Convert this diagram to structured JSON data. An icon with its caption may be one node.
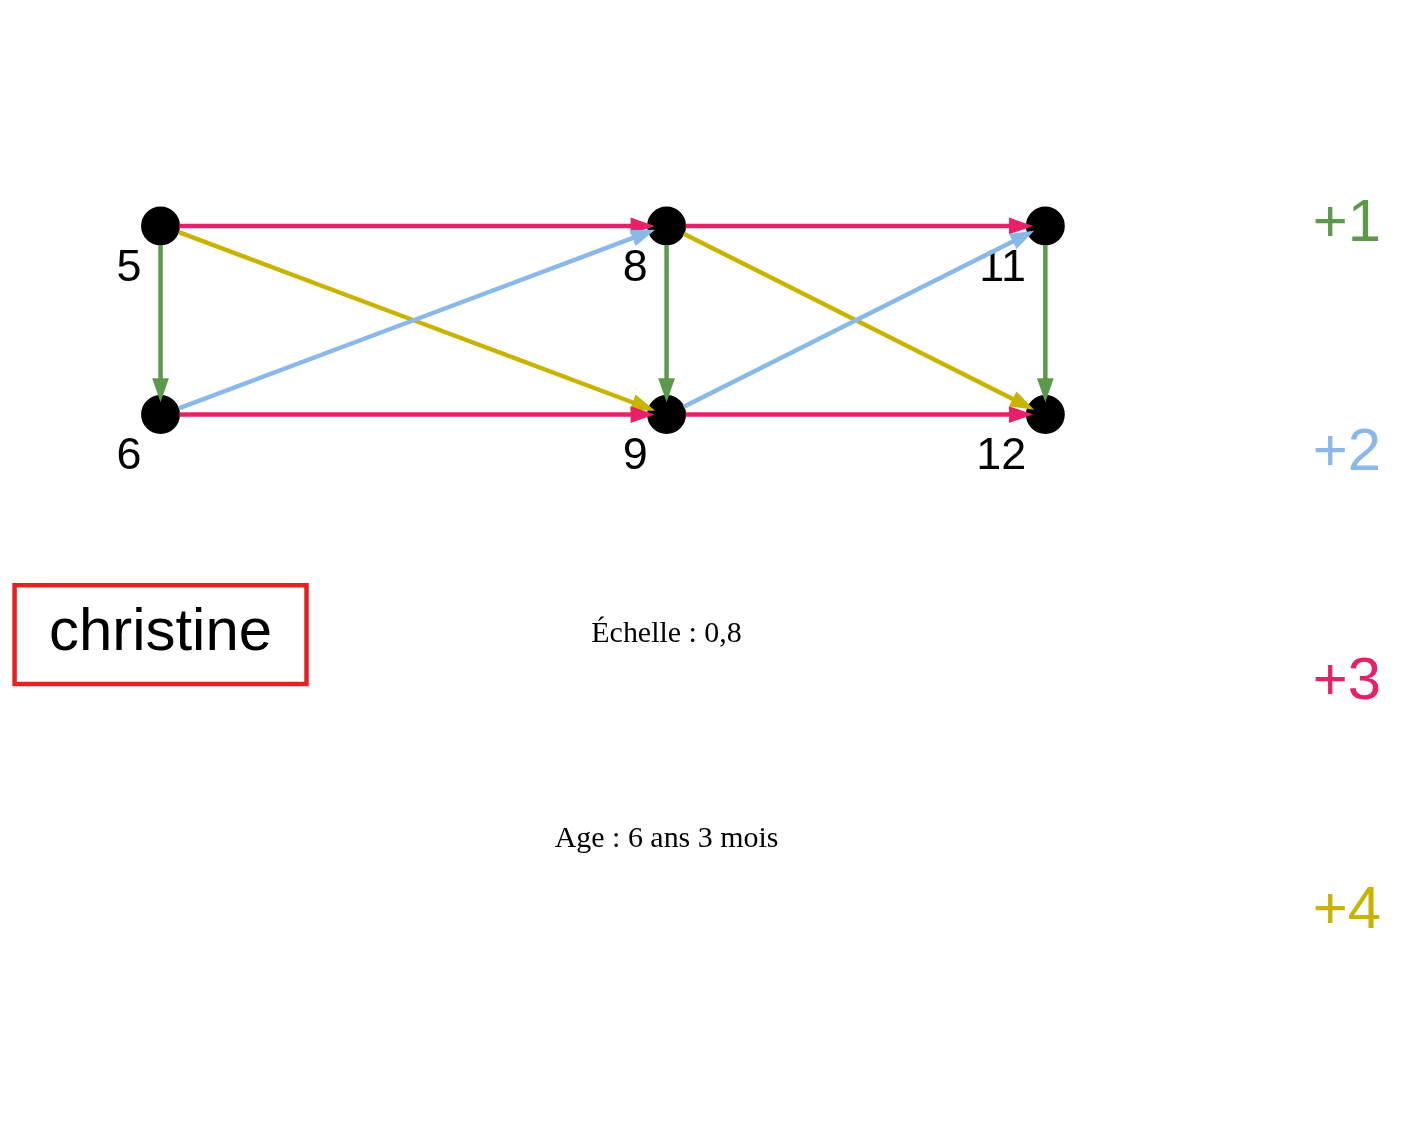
{
  "diagram": {
    "nodes": [
      {
        "text": [
          "christine"
        ]
      },
      {
        "text": [],
        "shape": "circle",
        "beside": [
          "5"
        ]
      },
      {
        "text": [],
        "shape": "circle",
        "beside": [
          "8"
        ]
      },
      {
        "text": [],
        "shape": "circle",
        "beside": [
          "11"
        ]
      },
      {
        "text": [],
        "shape": "circle",
        "beside": [
          "6"
        ]
      },
      {
        "text": [],
        "shape": "circle",
        "beside": [
          "9"
        ]
      },
      {
        "text": [],
        "shape": "circle",
        "beside": [
          "12"
        ]
      }
    ],
    "edges": [
      {
        "from": 1,
        "to": 2,
        "arrow": "to",
        "color": "#e8206a"
      },
      {
        "from": 2,
        "to": 3,
        "arrow": "to",
        "color": "#e8206a"
      },
      {
        "from": 1,
        "to": 4,
        "arrow": "to",
        "color": "#5a9a4a"
      },
      {
        "from": 1,
        "to": 5,
        "arrow": "to",
        "color": "#c8b400"
      },
      {
        "from": 4,
        "to": 2,
        "arrow": "to",
        "color": "#8ab8e8"
      },
      {
        "from": 2,
        "to": 5,
        "arrow": "to",
        "color": "#5a9a4a"
      },
      {
        "from": 2,
        "to": 6,
        "arrow": "to",
        "color": "#c8b400"
      },
      {
        "from": 5,
        "to": 3,
        "arrow": "to",
        "color": "#8ab8e8"
      },
      {
        "from": 3,
        "to": 6,
        "arrow": "to",
        "color": "#5a9a4a"
      },
      {
        "from": 4,
        "to": 5,
        "arrow": "to",
        "color": "#e8206a"
      },
      {
        "from": 5,
        "to": 6,
        "arrow": "to",
        "color": "#e8206a"
      }
    ],
    "labels": [
      "Échelle : 0,8",
      "Age : 6 ans 3 mois"
    ],
    "legend": [
      {
        "text": "+1",
        "color": "#5a9a4a"
      },
      {
        "text": "+2",
        "color": "#8ab8e8"
      },
      {
        "text": "+3",
        "color": "#e8206a"
      },
      {
        "text": "+4",
        "color": "#c8b400"
      }
    ]
  }
}
